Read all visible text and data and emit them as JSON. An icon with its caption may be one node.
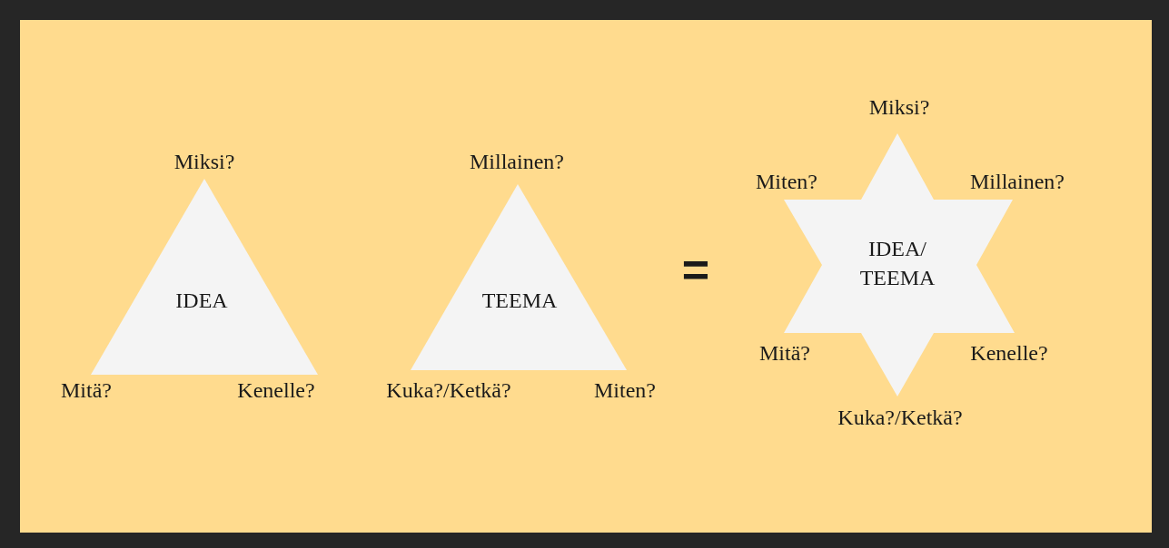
{
  "diagram": {
    "nodes": [
      {
        "text": [
          "IDEA"
        ],
        "beside": [
          "Miksi?",
          "Mitä?",
          "Kenelle?"
        ]
      },
      {
        "text": [
          "TEEMA"
        ],
        "beside": [
          "Millainen?",
          "Kuka?/Ketkä?",
          "Miten?"
        ]
      },
      {
        "text": [
          "IDEA/ TEEMA"
        ],
        "beside": [
          "Miksi?",
          "Miten?",
          "Millainen?",
          "Mitä?",
          "Kenelle?",
          "Kuka?/Ketkä?"
        ]
      }
    ],
    "labels": [
      "="
    ]
  }
}
